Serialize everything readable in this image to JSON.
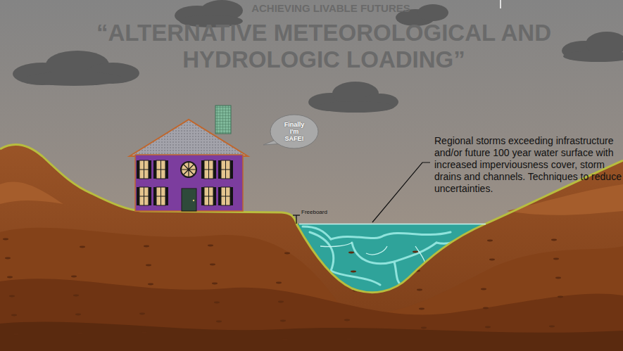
{
  "diagram": {
    "title": "“ALTERNATIVE METEOROLOGICAL AND HYDROLOGIC LOADING”",
    "nodes": [
      {
        "text": [
          "Finally I'm SAFE!"
        ]
      }
    ],
    "labels": [
      "ACHIEVING LIVABLE FUTURES",
      "Regional storms exceeding infrastructure and/or future 100 year water surface with increased imperviousness cover, storm drains and channels. Techniques to reduce uncertainties.",
      "Freeboard"
    ]
  }
}
